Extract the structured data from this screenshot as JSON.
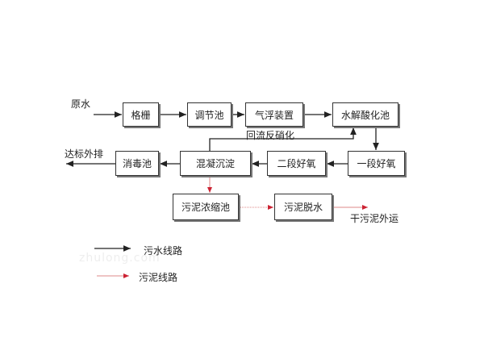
{
  "nodes": {
    "grille": "格栅",
    "regulating_tank": "调节池",
    "air_flotation": "气浮装置",
    "hydrolysis_tank": "水解酸化池",
    "aerobic_1": "一段好氧",
    "aerobic_2": "二段好氧",
    "coag_sedimentation": "混凝沉淀",
    "disinfection_tank": "消毒池",
    "sludge_thickener": "污泥浓缩池",
    "sludge_dewatering": "污泥脱水"
  },
  "labels": {
    "raw_water": "原水",
    "discharge": "达标外排",
    "recycle": "回流反硝化",
    "dry_sludge": "干污泥外运"
  },
  "legend": {
    "sewage_line": "污水线路",
    "sludge_line": "污泥线路"
  },
  "watermark": "zhulong.com",
  "colors": {
    "sewage": "#222222",
    "sludge": "#cc2233"
  }
}
